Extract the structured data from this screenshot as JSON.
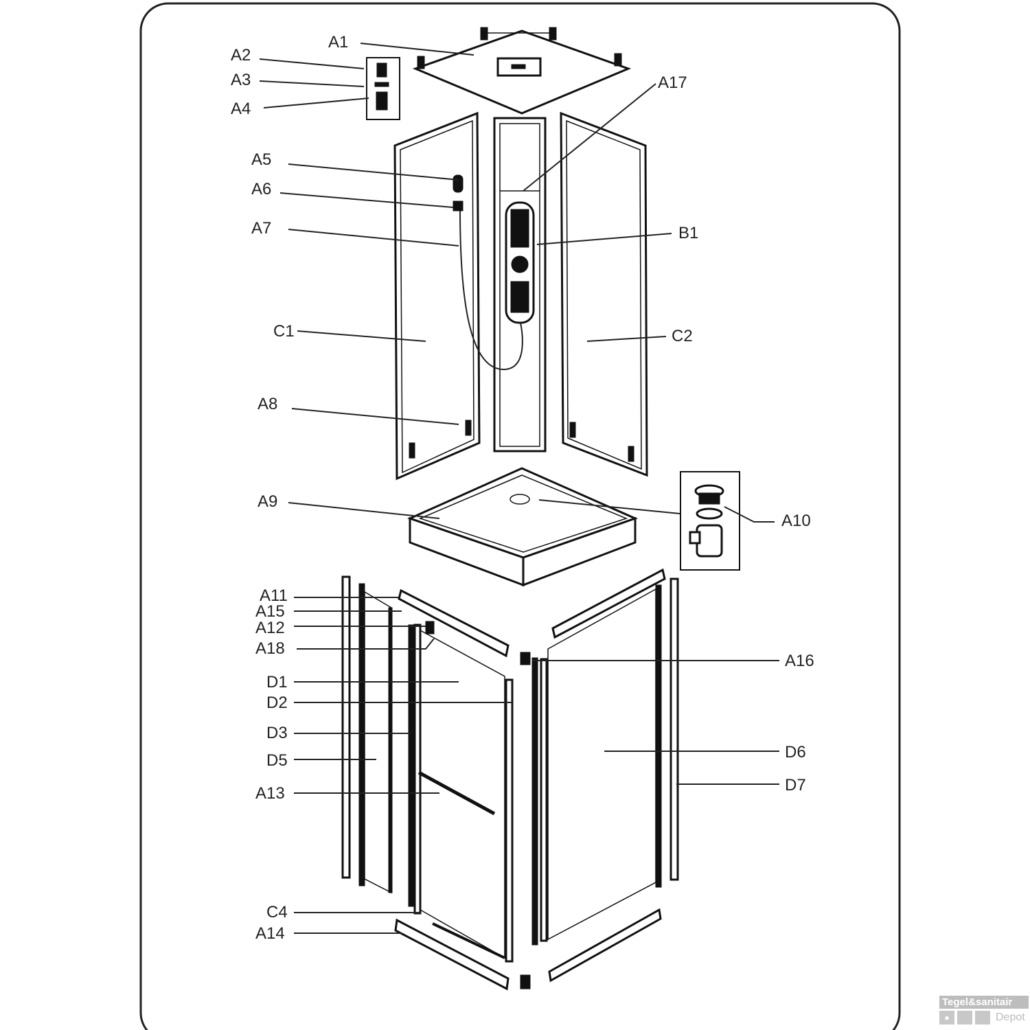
{
  "labels": {
    "A1": "A1",
    "A2": "A2",
    "A3": "A3",
    "A4": "A4",
    "A5": "A5",
    "A6": "A6",
    "A7": "A7",
    "A8": "A8",
    "A9": "A9",
    "A10": "A10",
    "A11": "A11",
    "A12": "A12",
    "A13": "A13",
    "A14": "A14",
    "A15": "A15",
    "A16": "A16",
    "A17": "A17",
    "A18": "A18",
    "B1": "B1",
    "C1": "C1",
    "C2": "C2",
    "C4": "C4",
    "D1": "D1",
    "D2": "D2",
    "D3": "D3",
    "D5": "D5",
    "D6": "D6",
    "D7": "D7"
  },
  "watermark": {
    "line1": "Tegel&sanitair",
    "line2": "Depot",
    "icon": "water-drop-icon"
  },
  "colors": {
    "line": "#111111",
    "background": "#ffffff",
    "watermark": "#bdbdbd"
  }
}
